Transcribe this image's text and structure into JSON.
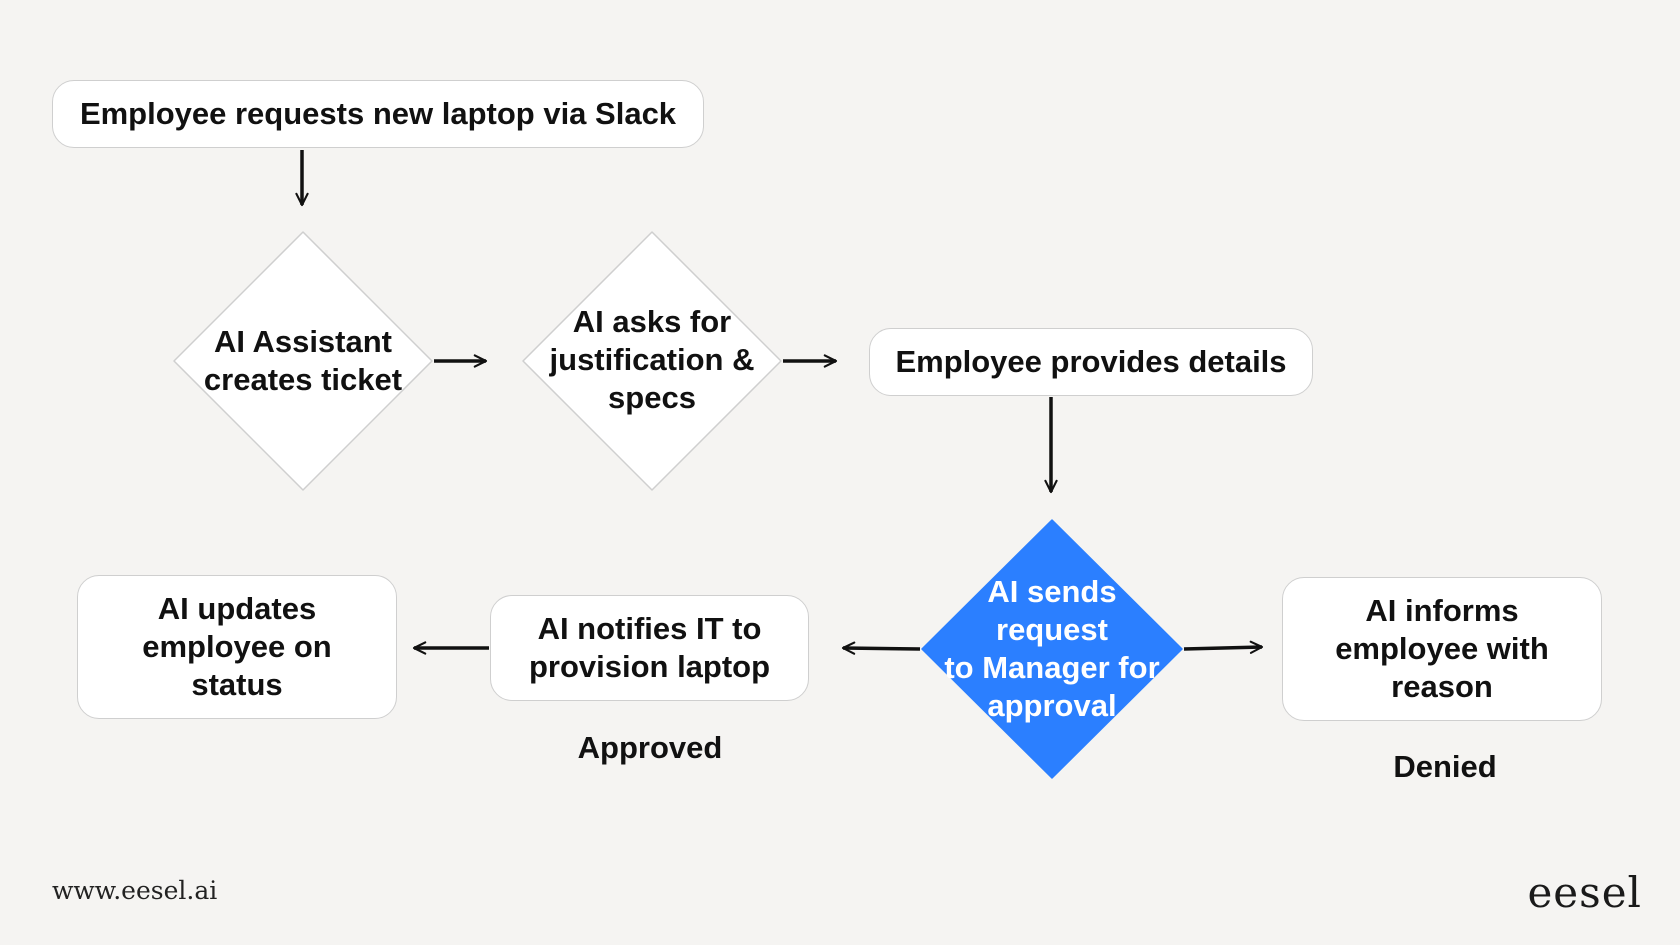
{
  "nodes": {
    "request": "Employee requests new laptop via Slack",
    "create_ticket": "AI Assistant\ncreates ticket",
    "ask_justification": "AI asks for\njustification &\nspecs",
    "provide_details": "Employee provides details",
    "send_manager": "AI sends\nrequest\nto Manager for\napproval",
    "notify_it": "AI notifies IT to\nprovision laptop",
    "update_employee": "AI updates\nemployee on\nstatus",
    "inform_employee": "AI informs\nemployee with\nreason"
  },
  "branches": {
    "approved": "Approved",
    "denied": "Denied"
  },
  "footer": {
    "url": "www.eesel.ai",
    "brand": "eesel"
  },
  "colors": {
    "accent": "#2b7fff",
    "box_border": "#cfcfcf",
    "arrow": "#111111",
    "background": "#f5f4f2"
  }
}
